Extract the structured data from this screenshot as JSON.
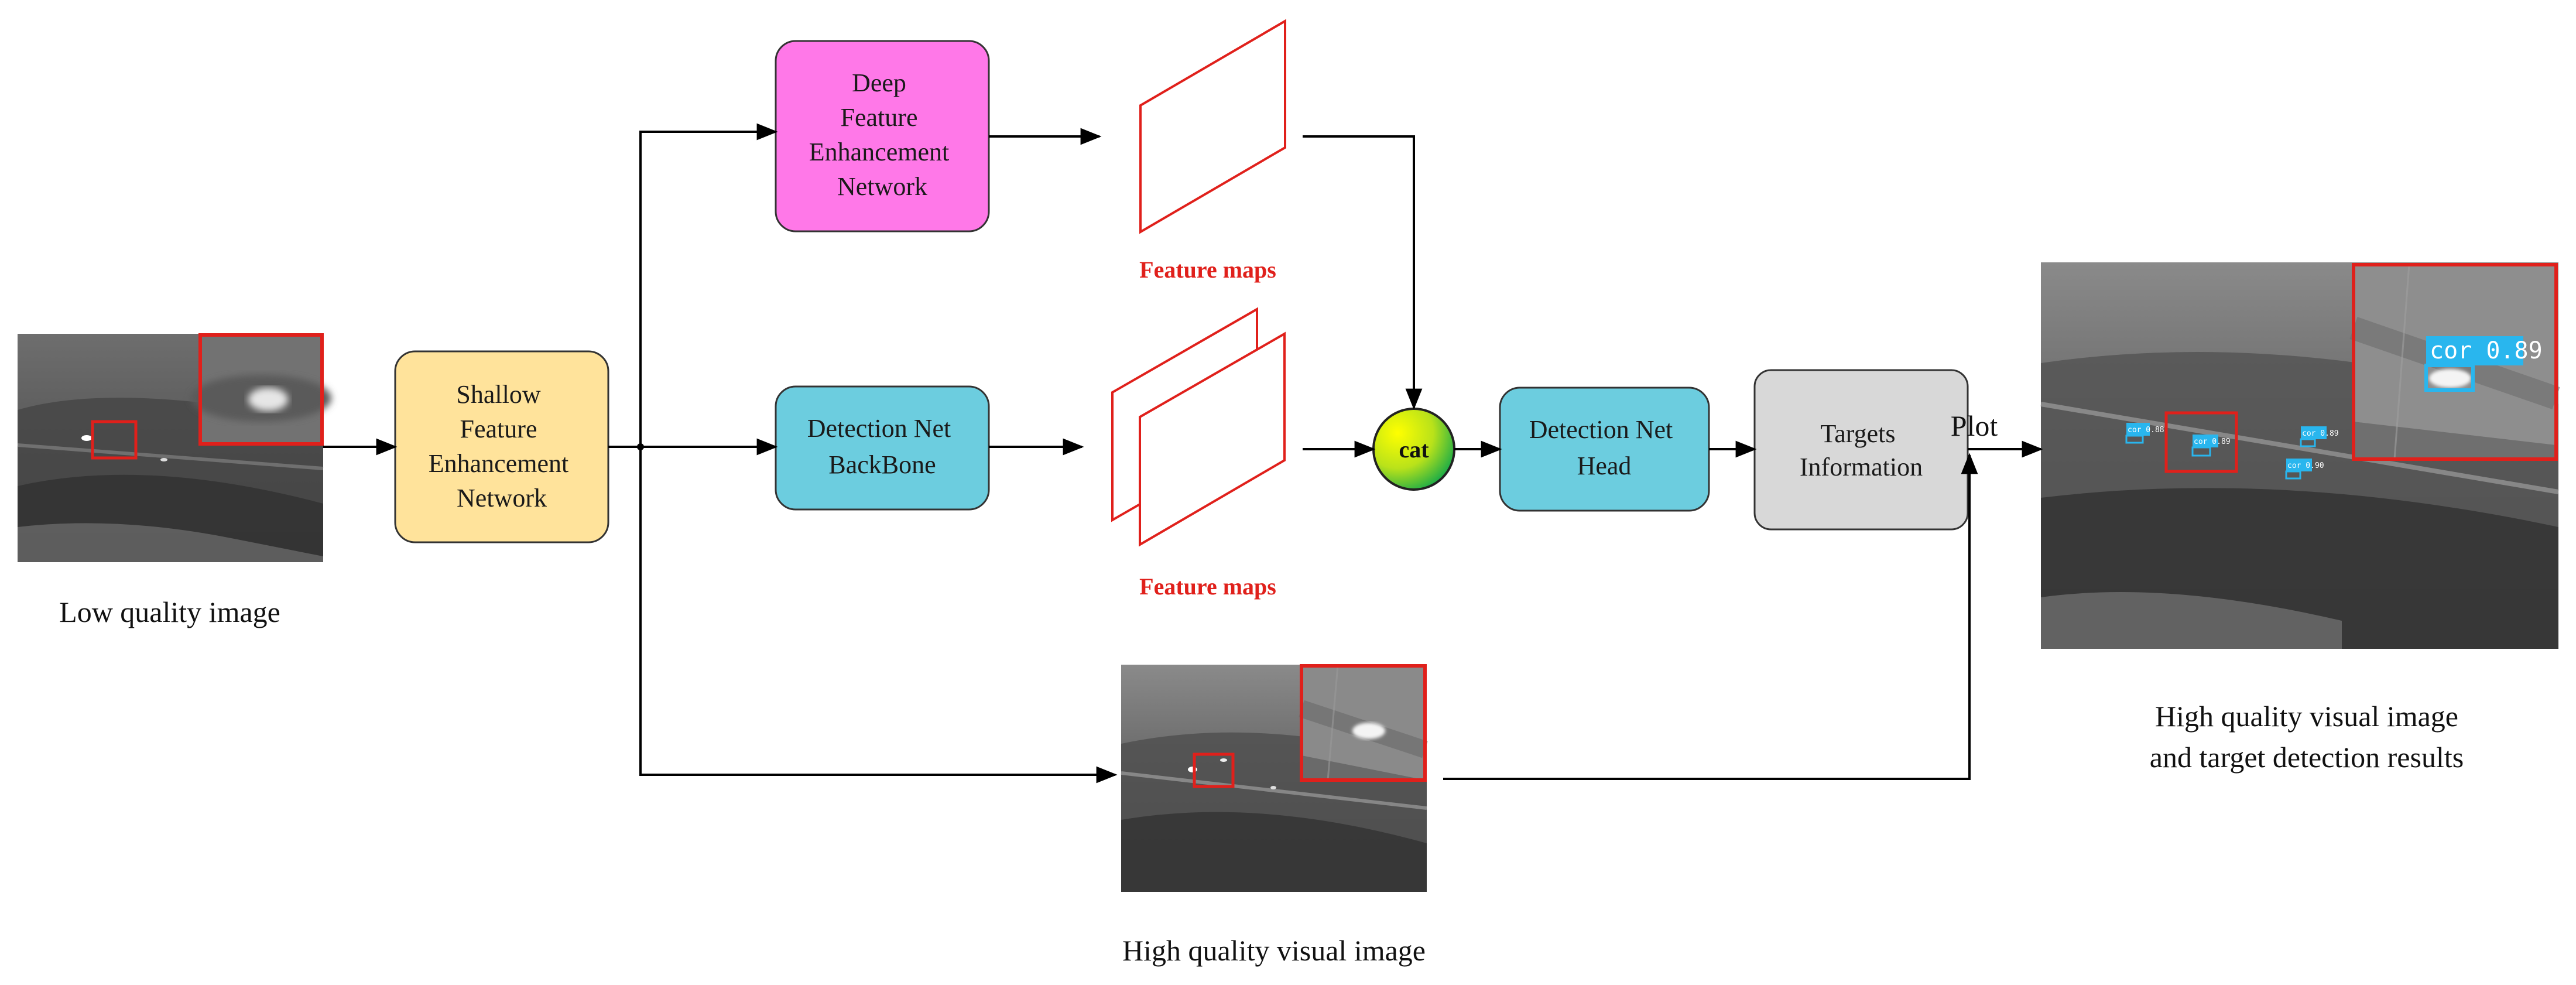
{
  "boxes": {
    "shallow": [
      "Shallow",
      "Feature",
      "Enhancement",
      "Network"
    ],
    "deep": [
      "Deep",
      "Feature",
      "Enhancement",
      "Network"
    ],
    "backbone": [
      "Detection Net",
      "BackBone"
    ],
    "head": [
      "Detection Net",
      "Head"
    ],
    "targets": [
      "Targets",
      "Information"
    ]
  },
  "cat_label": "cat",
  "feature_maps_label": "Feature maps",
  "plot_label": "Plot",
  "captions": {
    "low_quality": "Low quality image",
    "high_quality": "High quality visual image",
    "result": [
      "High quality visual image",
      "and target detection results"
    ]
  },
  "detections": {
    "main": "cor 0.89",
    "labels": [
      "cor 0.88",
      "cor 0.89",
      "cor 0.89",
      "cor 0.90"
    ]
  },
  "colors": {
    "shallow_fill": "#ffe39b",
    "deep_fill": "#ff78e8",
    "detection_fill": "#6ccddf",
    "targets_fill": "#d8d8d8",
    "feature_map_stroke": "#e0201b",
    "label_red": "#e0201b",
    "detection_box": "#29b6ee"
  }
}
